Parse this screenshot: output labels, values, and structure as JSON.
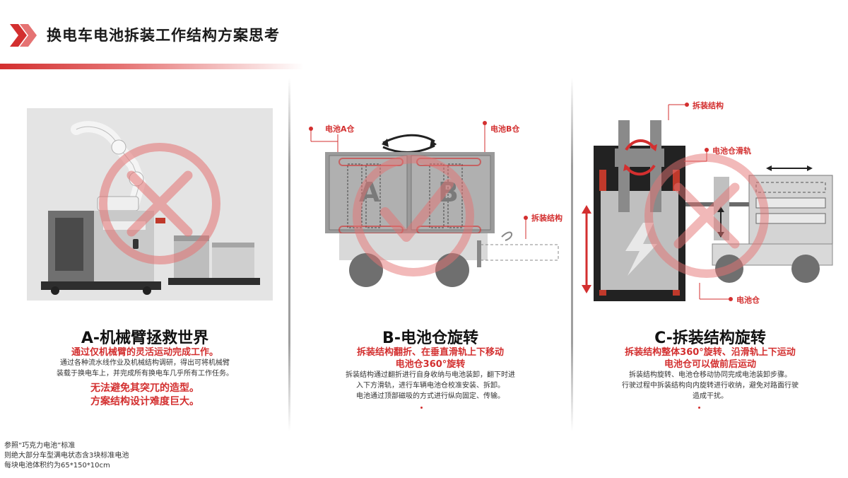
{
  "header": {
    "title": "换电车电池拆装工作结构方案思考"
  },
  "colors": {
    "accent": "#d32f2f",
    "gray_dark": "#555555",
    "gray_light": "#cfcfcf"
  },
  "columns": [
    {
      "title": "A-机械臂拯救世界",
      "subtitle": "通过仅机械臂的灵活运动完成工作。",
      "desc": [
        "通过各种流水线作业及机械结构调研，得出可将机械臂",
        "装载于换电车上，并完成所有换电车几乎所有工作任务。"
      ],
      "notes": [
        "无法避免其突兀的造型。",
        "方案结构设计难度巨大。"
      ]
    },
    {
      "title": "B-电池仓旋转",
      "subtitle": [
        "拆装结构翻折、在垂直滑轨上下移动",
        "电池仓360°旋转"
      ],
      "desc": [
        "拆装结构通过翻折进行自身收纳与电池装卸，翻下时进",
        "入下方滑轨，进行车辆电池仓校准安装、拆卸。",
        "电池通过顶部磁吸的方式进行纵向固定、传输。"
      ],
      "labels": {
        "battery_a": "电池A仓",
        "battery_b": "电池B仓",
        "mount": "拆装结构",
        "letter_a": "A",
        "letter_b": "B"
      }
    },
    {
      "title": "C-拆装结构旋转",
      "subtitle": [
        "拆装结构整体360°旋转、沿滑轨上下运动",
        "电池仓可以做前后运动"
      ],
      "desc": [
        "拆装结构旋转、电池仓移动协同完成电池装卸步骤。",
        "行驶过程中拆装结构向内旋转进行收纳，避免对路面行驶",
        "造成干扰。"
      ],
      "labels": {
        "mount": "拆装结构",
        "rail": "电池仓滑轨",
        "bay": "电池仓"
      }
    }
  ],
  "footnote": [
    "参照“巧克力电池”标准",
    "则绝大部分车型满电状态含3块标准电池",
    "每块电池体积约为65*150*10cm"
  ],
  "icons": [
    "chevrons-icon",
    "cross-mark-icon",
    "check-mark-icon",
    "rotate-arrows-icon",
    "double-arrow-icon",
    "lightning-icon"
  ]
}
